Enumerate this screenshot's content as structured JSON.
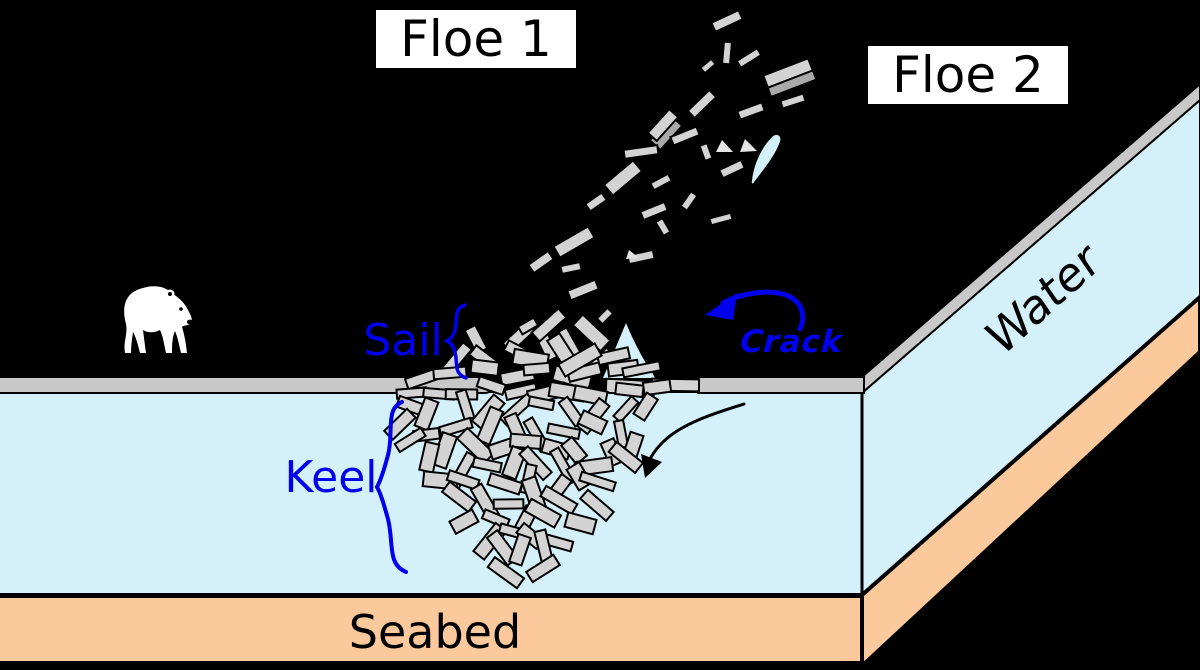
{
  "labels": {
    "floe1": "Floe 1",
    "floe2": "Floe 2",
    "sail": "Sail",
    "keel": "Keel",
    "crack": "Crack",
    "water": "Water",
    "seabed": "Seabed"
  },
  "colors": {
    "background": "#000000",
    "water": "#d4f0fa",
    "ice": "#c8c8c8",
    "block": "#d3d3d3",
    "block_shade": "#a9a9a9",
    "tri_gray": "#e4e4e4",
    "seabed": "#fbc99c",
    "annotation_blue": "#0000ee",
    "label_box_bg": "#ffffff",
    "text": "#000000",
    "outline": "#000000"
  }
}
